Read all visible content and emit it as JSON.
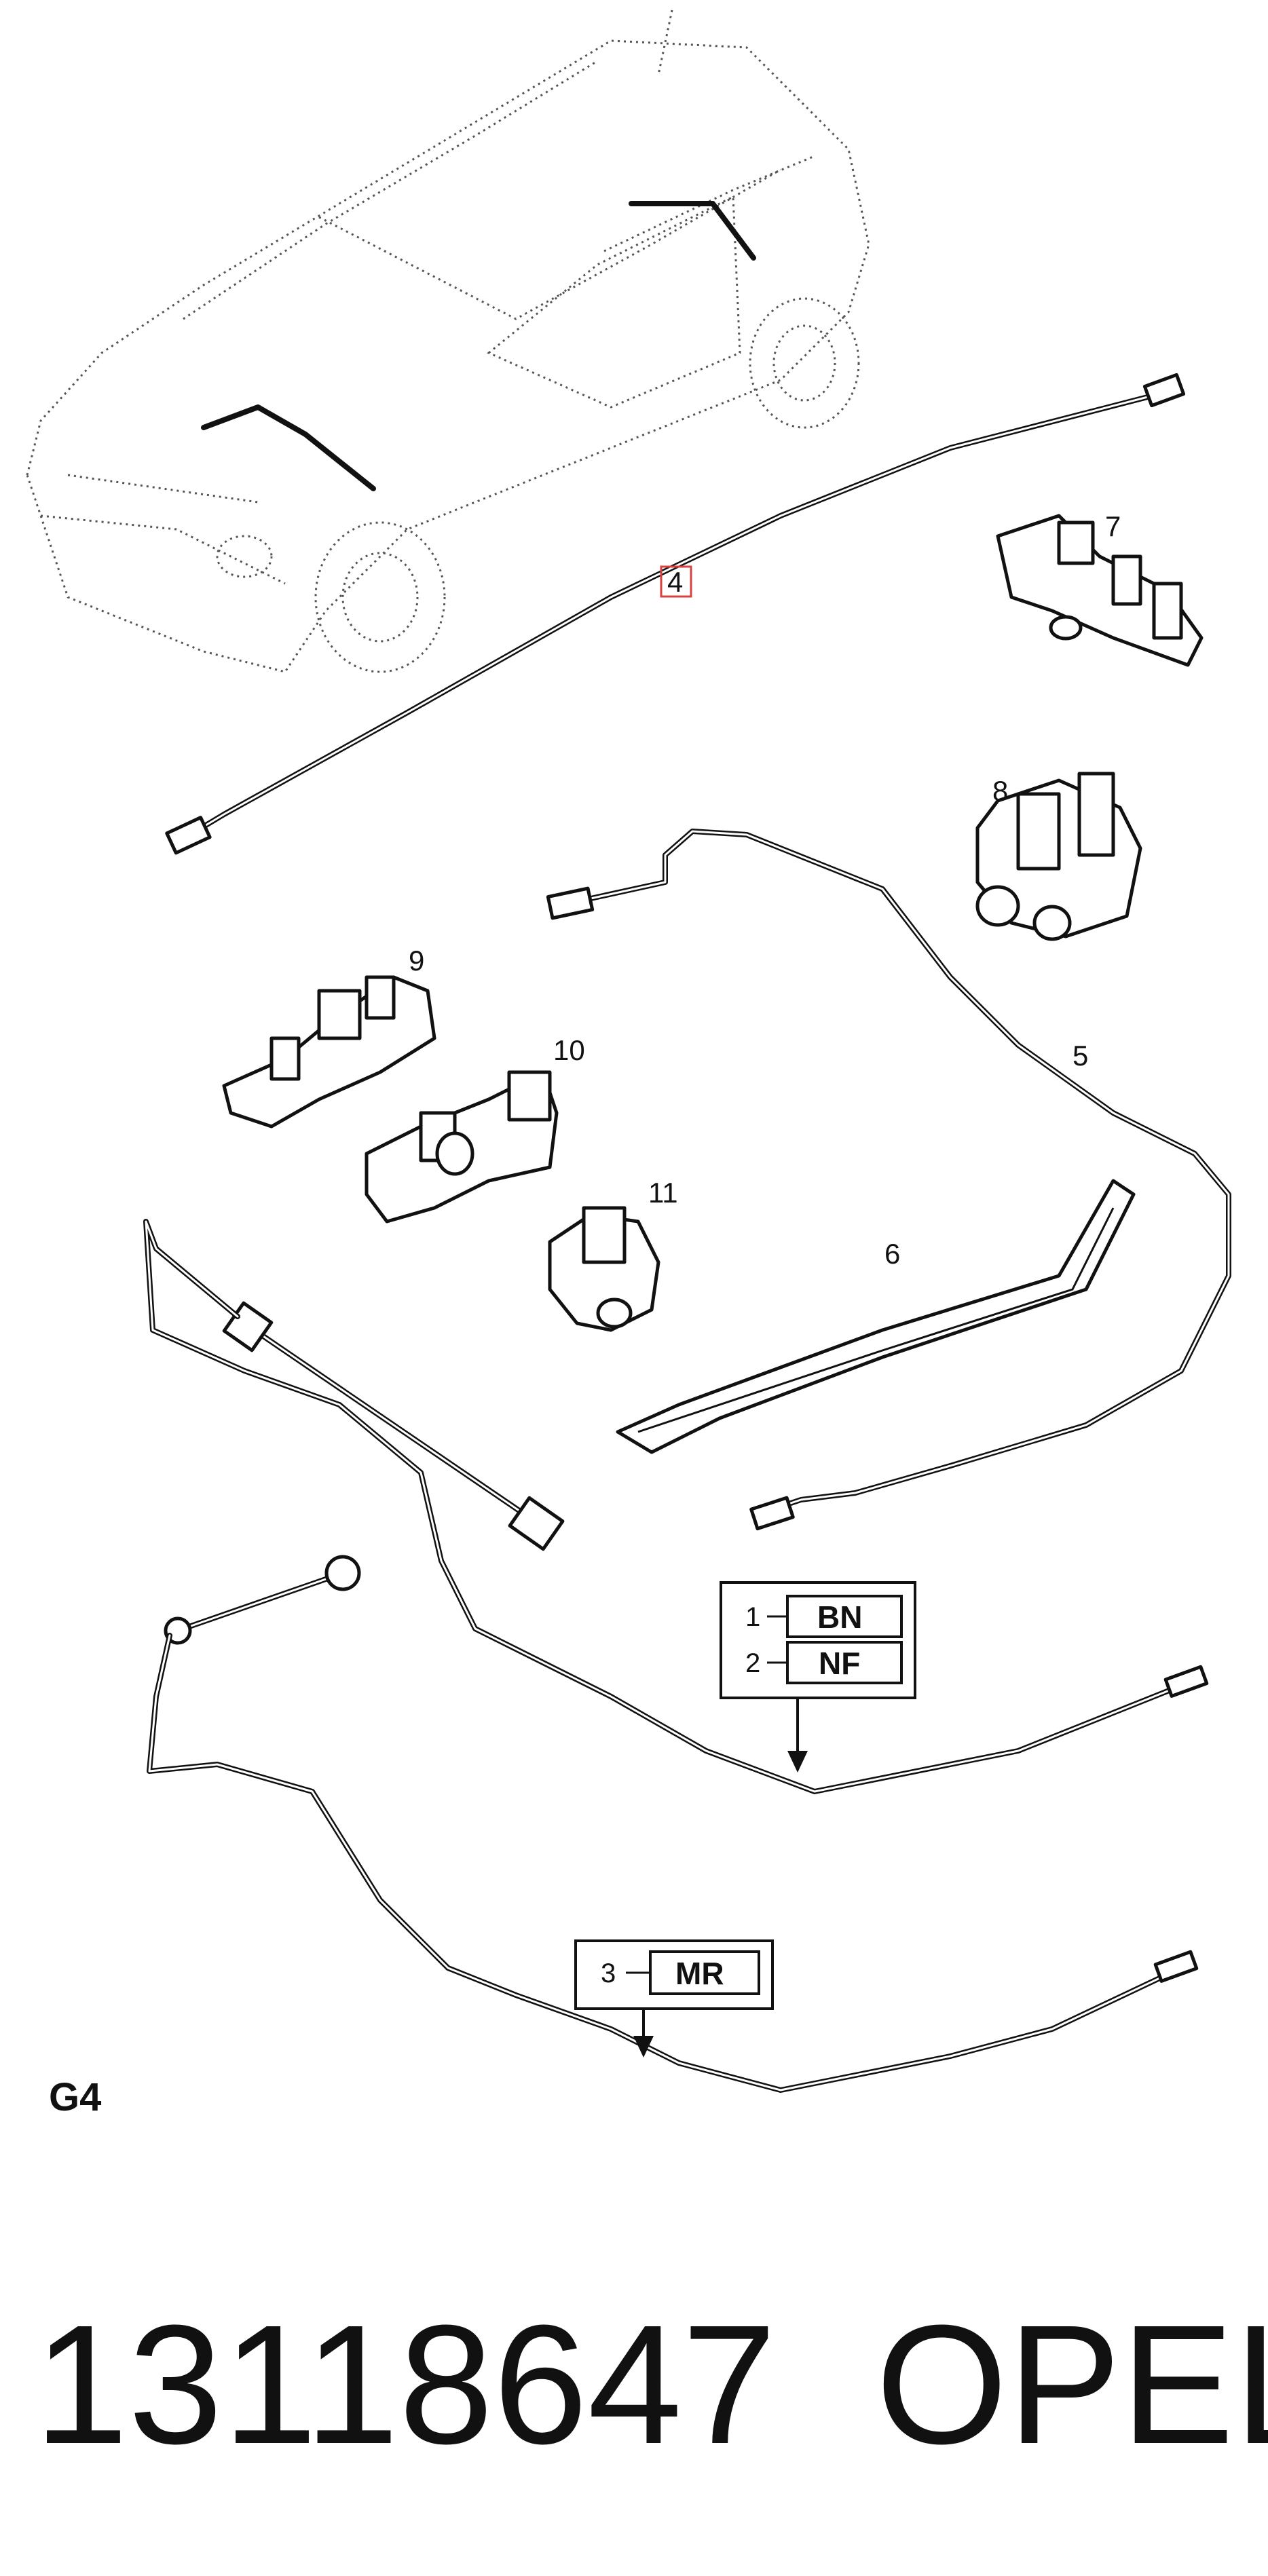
{
  "callouts": {
    "c4": "4",
    "c5": "5",
    "c6": "6",
    "c7": "7",
    "c8": "8",
    "c9": "9",
    "c10": "10",
    "c11": "11"
  },
  "variant_box_a": {
    "rows": [
      {
        "index": "1",
        "code": "BN"
      },
      {
        "index": "2",
        "code": "NF"
      }
    ]
  },
  "variant_box_b": {
    "rows": [
      {
        "index": "3",
        "code": "MR"
      }
    ]
  },
  "group_label": "G4",
  "part_number": "13118647",
  "brand": "OPEL",
  "colors": {
    "line": "#111111",
    "highlight_box": "#d94040",
    "car_outline": "#555555"
  }
}
